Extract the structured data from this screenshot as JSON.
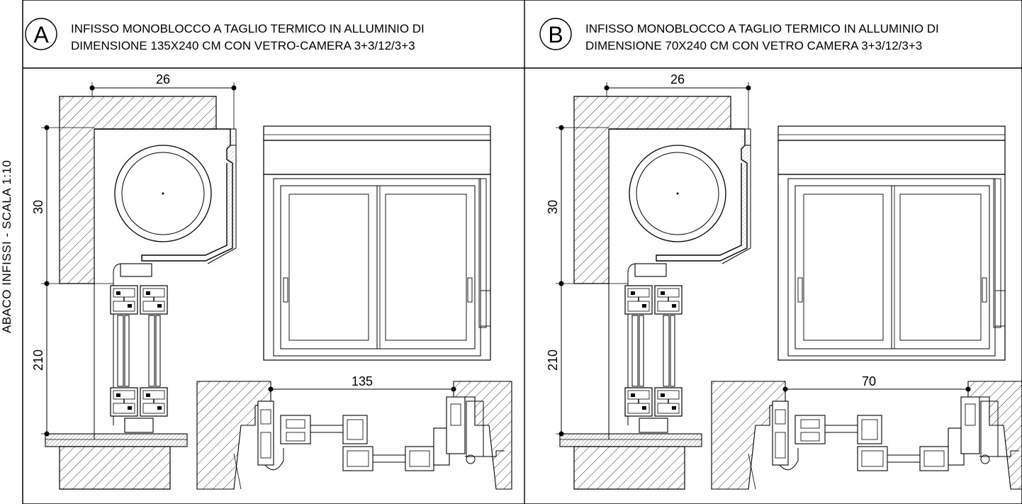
{
  "sheet": {
    "side_label": "ABACO INFISSI - SCALA 1:10"
  },
  "panels": [
    {
      "letter": "A",
      "title_line1": "INFISSO MONOBLOCCO A TAGLIO TERMICO IN ALLUMINIO DI",
      "title_line2": "DIMENSIONE 135X240 CM CON VETRO-CAMERA 3+3/12/3+3",
      "dim_top": "26",
      "dim_upper": "30",
      "dim_lower": "210",
      "dim_width": "135"
    },
    {
      "letter": "B",
      "title_line1": "INFISSO MONOBLOCCO A TAGLIO TERMICO IN ALLUMINIO DI",
      "title_line2": "DIMENSIONE 70X240 CM CON VETRO CAMERA 3+3/12/3+3",
      "dim_top": "26",
      "dim_upper": "30",
      "dim_lower": "210",
      "dim_width": "70"
    }
  ]
}
